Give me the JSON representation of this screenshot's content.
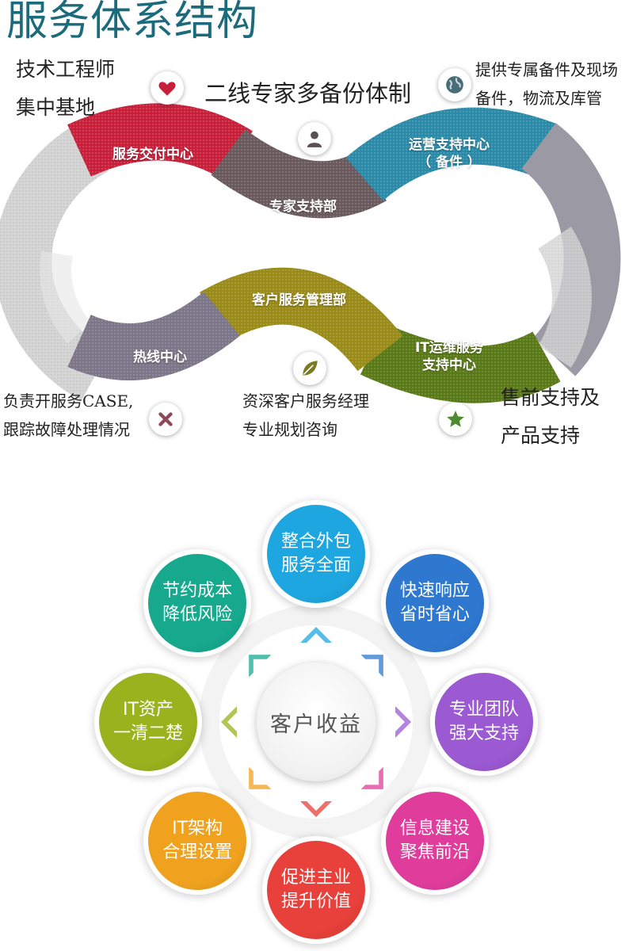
{
  "page_title": "服务体系结构",
  "notes": {
    "top_left": [
      "技术工程师",
      "集中基地"
    ],
    "top_center": "二线专家多备份体制",
    "top_right": [
      "提供专属备件及现场",
      "备件，物流及库管"
    ],
    "bottom_left": [
      "负责开服务CASE,",
      "跟踪故障处理情况"
    ],
    "bottom_center": [
      "资深客户服务经理",
      "专业规划咨询"
    ],
    "bottom_right": [
      "售前支持及",
      "产品支持"
    ]
  },
  "segments": {
    "service_delivery": "服务交付中心",
    "expert_support": "专家支持部",
    "operations_support": [
      "运营支持中心",
      "（ 备件 ）"
    ],
    "customer_service_mgmt": "客户服务管理部",
    "hotline": "热线中心",
    "it_ops": [
      "IT运维服务",
      "支持中心"
    ]
  },
  "badges": [
    {
      "icon": "heart-icon",
      "color": "#c8203a"
    },
    {
      "icon": "person-icon",
      "color": "#5a4f52"
    },
    {
      "icon": "globe-icon",
      "color": "#4a6b78"
    },
    {
      "icon": "leaf-icon",
      "color": "#7a7a1e"
    },
    {
      "icon": "close-x-icon",
      "color": "#8a4a5a"
    },
    {
      "icon": "star-icon",
      "color": "#4e8a2e"
    }
  ],
  "benefits": {
    "center": "客户收益",
    "items": [
      {
        "lines": [
          "整合外包",
          "服务全面"
        ],
        "color": "#1ea6e0"
      },
      {
        "lines": [
          "快速响应",
          "省时省心"
        ],
        "color": "#2f78d0"
      },
      {
        "lines": [
          "专业团队",
          "强大支持"
        ],
        "color": "#9b59d2"
      },
      {
        "lines": [
          "信息建设",
          "聚焦前沿"
        ],
        "color": "#e03c9c"
      },
      {
        "lines": [
          "促进主业",
          "提升价值"
        ],
        "color": "#e8403a"
      },
      {
        "lines": [
          "IT架构",
          "合理设置"
        ],
        "color": "#f0a21e"
      },
      {
        "lines": [
          "IT资产",
          "一清二楚"
        ],
        "color": "#9ab21e"
      },
      {
        "lines": [
          "节约成本",
          "降低风险"
        ],
        "color": "#17a98e"
      }
    ]
  }
}
